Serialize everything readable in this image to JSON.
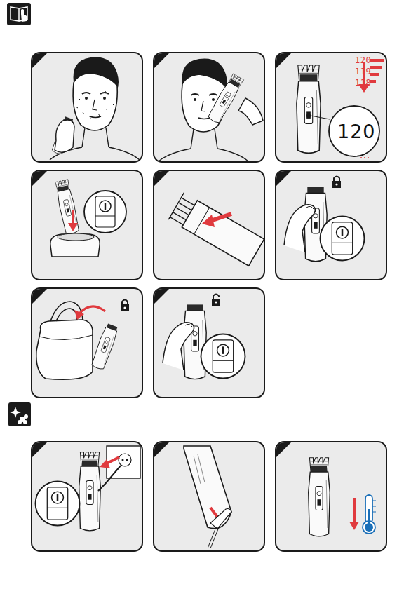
{
  "diagram": {
    "labels": [
      "120",
      "119",
      "118",
      "120"
    ]
  }
}
